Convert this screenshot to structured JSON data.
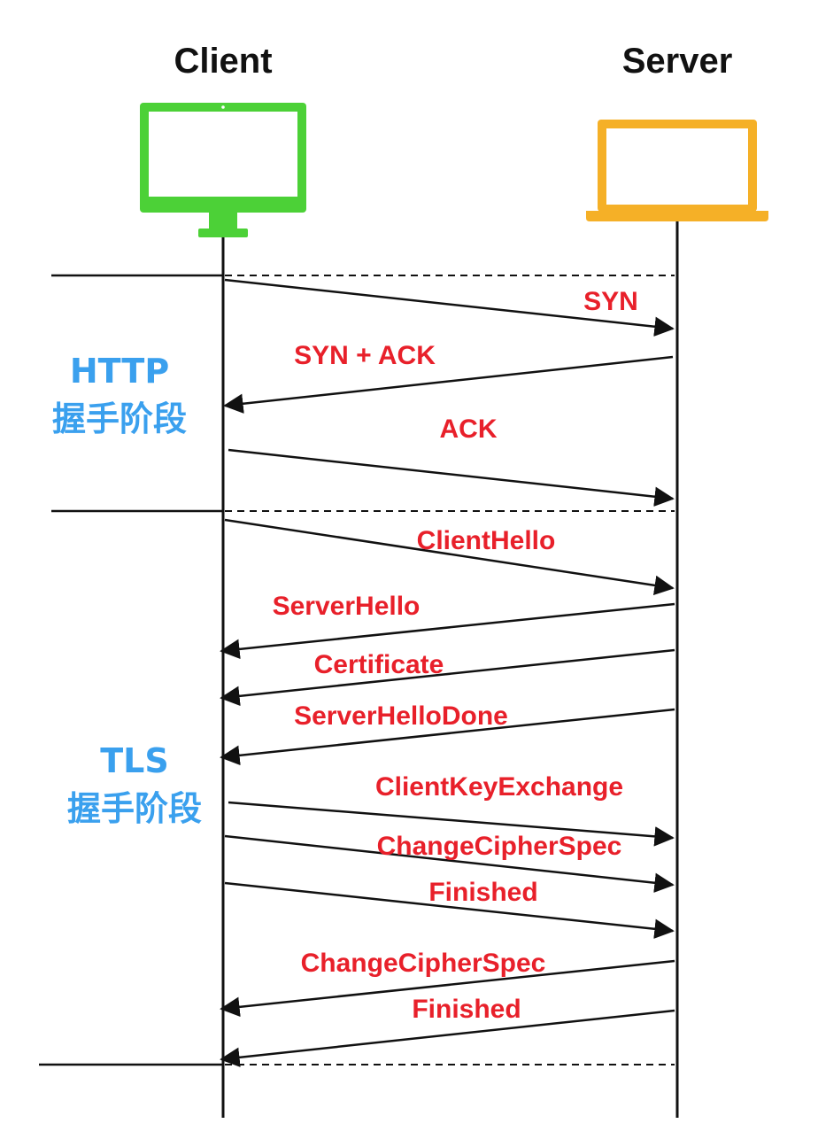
{
  "actors": {
    "client": {
      "label": "Client",
      "icon": "monitor-icon",
      "color": "#4cd137"
    },
    "server": {
      "label": "Server",
      "icon": "laptop-icon",
      "color": "#f5b027"
    }
  },
  "phases": [
    {
      "id": "http",
      "title": "HTTP",
      "subtitle": "握手阶段"
    },
    {
      "id": "tls",
      "title": "TLS",
      "subtitle": "握手阶段"
    }
  ],
  "messages": [
    {
      "id": "syn",
      "label": "SYN",
      "direction": "client-to-server"
    },
    {
      "id": "syn-ack",
      "label": "SYN + ACK",
      "direction": "server-to-client"
    },
    {
      "id": "ack",
      "label": "ACK",
      "direction": "client-to-server"
    },
    {
      "id": "client-hello",
      "label": "ClientHello",
      "direction": "client-to-server"
    },
    {
      "id": "server-hello",
      "label": "ServerHello",
      "direction": "server-to-client"
    },
    {
      "id": "certificate",
      "label": "Certificate",
      "direction": "server-to-client"
    },
    {
      "id": "server-hello-done",
      "label": "ServerHelloDone",
      "direction": "server-to-client"
    },
    {
      "id": "client-key-exchange",
      "label": "ClientKeyExchange",
      "direction": "client-to-server"
    },
    {
      "id": "client-change-cipher-spec",
      "label": "ChangeCipherSpec",
      "direction": "client-to-server"
    },
    {
      "id": "client-finished",
      "label": "Finished",
      "direction": "client-to-server"
    },
    {
      "id": "server-change-cipher-spec",
      "label": "ChangeCipherSpec",
      "direction": "server-to-client"
    },
    {
      "id": "server-finished",
      "label": "Finished",
      "direction": "server-to-client"
    }
  ],
  "colors": {
    "message_label": "#e8202a",
    "phase_label": "#3aa0ee",
    "lines": "#111111"
  }
}
